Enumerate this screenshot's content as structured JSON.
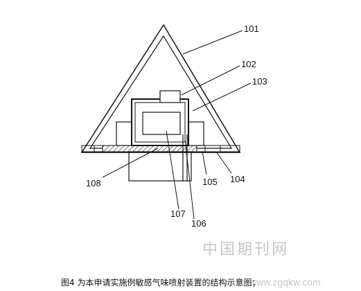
{
  "figure": {
    "caption": "图4 为本申请实施例敏感气味喷射装置的结构示意图；",
    "labels": {
      "l101": "101",
      "l102": "102",
      "l103": "103",
      "l104": "104",
      "l105": "105",
      "l106": "106",
      "l107": "107",
      "l108": "108"
    },
    "watermark": {
      "text": "中国期刊网",
      "url": "www.zgqkw.com"
    }
  }
}
